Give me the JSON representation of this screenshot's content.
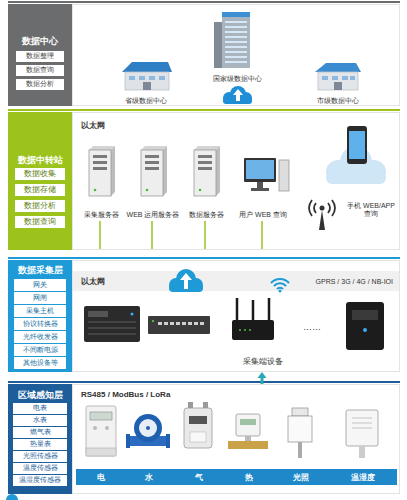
{
  "diagram": {
    "nodes": [
      {
        "text": [
          "数据中心"
        ]
      },
      {
        "text": [
          "数据整理"
        ],
        "in": 0
      },
      {
        "text": [
          "数据查询"
        ],
        "in": 0
      },
      {
        "text": [
          "数据分析"
        ],
        "in": 0
      },
      {
        "text": [
          "国家级数据中心",
          "省级数据中心",
          "市级数据中心"
        ]
      },
      {
        "text": [
          "数据中转站"
        ]
      },
      {
        "text": [
          "数据收集"
        ],
        "in": 5
      },
      {
        "text": [
          "数据存储"
        ],
        "in": 5
      },
      {
        "text": [
          "数据分析"
        ],
        "in": 5
      },
      {
        "text": [
          "数据查询"
        ],
        "in": 5
      },
      {
        "text": [
          "以太网",
          "采集服务器",
          "WEB 运用服务器",
          "数据服务器",
          "用户 WEB 查询",
          "手机 WEB/APP 查询"
        ]
      },
      {
        "text": [
          "数据采集层"
        ]
      },
      {
        "text": [
          "网关"
        ],
        "in": 11
      },
      {
        "text": [
          "网闸"
        ],
        "in": 11
      },
      {
        "text": [
          "采集主机"
        ],
        "in": 11
      },
      {
        "text": [
          "协议转换器"
        ],
        "in": 11
      },
      {
        "text": [
          "光纤收发器"
        ],
        "in": 11
      },
      {
        "text": [
          "不间断电源"
        ],
        "in": 11
      },
      {
        "text": [
          "其他设备等"
        ],
        "in": 11
      },
      {
        "text": [
          "以太网",
          "GPRS / 3G / 4G / NB-IOI",
          "……",
          "采集端设备"
        ]
      },
      {
        "text": [
          "区域感知层"
        ]
      },
      {
        "text": [
          "电表"
        ],
        "in": 20
      },
      {
        "text": [
          "水表"
        ],
        "in": 20
      },
      {
        "text": [
          "燃气表"
        ],
        "in": 20
      },
      {
        "text": [
          "热量表"
        ],
        "in": 20
      },
      {
        "text": [
          "光照传感器"
        ],
        "in": 20
      },
      {
        "text": [
          "温度传感器"
        ],
        "in": 20
      },
      {
        "text": [
          "温湿度传感器"
        ],
        "in": 20
      },
      {
        "text": [
          "RS485 / ModBus / LoRa",
          "电",
          "水",
          "气",
          "热",
          "光照",
          "温湿度"
        ]
      }
    ],
    "edges": [
      {
        "from": 28,
        "to": 19,
        "arrow": "to"
      }
    ]
  }
}
